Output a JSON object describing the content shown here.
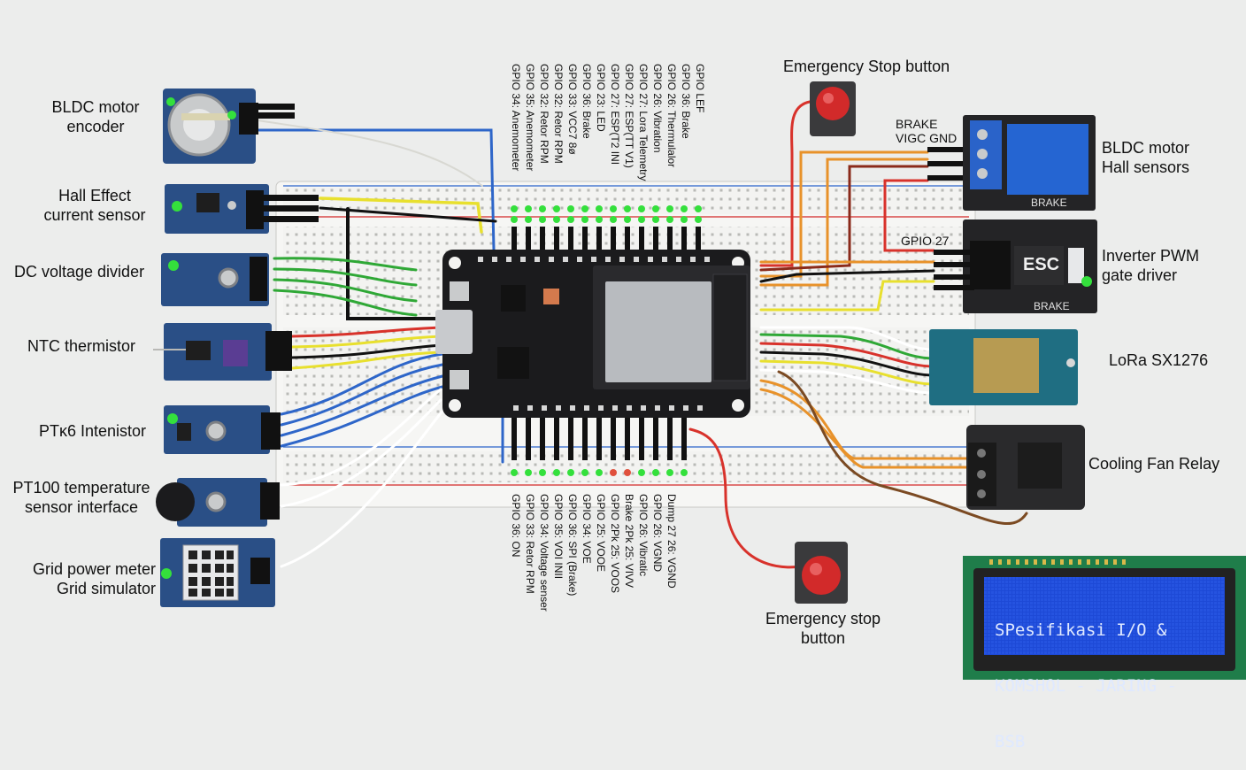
{
  "left_modules": [
    {
      "label": "BLDC motor\nencoder"
    },
    {
      "label": "Hall Effect\ncurrent sensor"
    },
    {
      "label": "DC voltage divider"
    },
    {
      "label": "NTC thermistor"
    },
    {
      "label": "PTĸ6 Intenistor"
    },
    {
      "label": "PT100 temperature\nsensor interface"
    },
    {
      "label": "Grid power meter\nGrid simulator"
    }
  ],
  "right_modules": [
    {
      "label": "Emergency Stop button"
    },
    {
      "label": "BLDC motor\nHall sensors"
    },
    {
      "label": "Inverter PWM\ngate driver"
    },
    {
      "label": "LoRa SX1276"
    },
    {
      "label": "Cooling Fan Relay"
    },
    {
      "label": "Emergency stop\nbutton"
    }
  ],
  "relay_header": {
    "line1": "BRAKE",
    "line2": "VIGC GND"
  },
  "relay_footer": "BRAKE",
  "driver_header": "GPIO 27",
  "driver_footer": "BRAKE",
  "esc_text": "ESC",
  "top_pin_labels": [
    "GPIO 34: Anemometer",
    "GPIO 35: Anemometer",
    "GPIO 32: Retor RPM",
    "GPIO 32: Retor RPM",
    "GPIO 33: VCC7 8ø",
    "GPIO 36: Brake",
    "GPIO 23: LED",
    "GPIO 27: ESP(T2 INI",
    "GPIO 27: ESP(TT V1)",
    "GPIO 27: Lora Telemetry",
    "GPIO 26: Vibration",
    "GPIO 26: Thermulalor",
    "GPIO 36: Brake",
    "GPIO LEF"
  ],
  "bottom_pin_labels": [
    "GPIO 36: ON",
    "GPIO 33: Retor RPM",
    "GPIO 34: Voltage senser",
    "GPIO 35: VOI INII",
    "GPIO 36: SPI (Brake)",
    "GPIO 34: VOE",
    "GPIO 25: VOOE",
    "GPIO 2Pk 25: VOOS",
    "Brake 2Pk 25: VIVV",
    "GPIO 26: Vibratic",
    "GPIO 26: VGND",
    "Dump 27 26: VGND"
  ],
  "lcd": {
    "lines": [
      "SPesifikasi I/O &",
      "KOMSHOL - JARING -",
      "BSB"
    ]
  },
  "colors": {
    "board": "#1b1b1d",
    "module": "#2a4f86",
    "led": "#34e03c",
    "button": "#d22a2a",
    "lcd_bg": "#1d49d6"
  }
}
